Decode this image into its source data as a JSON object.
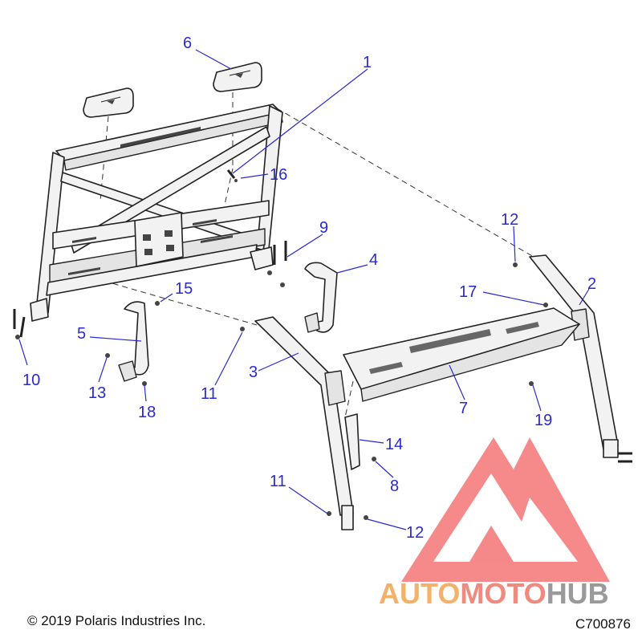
{
  "diagram": {
    "callouts": [
      "6",
      "1",
      "16",
      "9",
      "4",
      "12",
      "2",
      "17",
      "15",
      "5",
      "3",
      "7",
      "11",
      "10",
      "13",
      "18",
      "14",
      "8",
      "19",
      "11",
      "12"
    ],
    "footer": {
      "copyright": "© 2019 Polaris Industries Inc.",
      "code": "C700876"
    },
    "watermark": {
      "part1": "AUTO",
      "part2": "MOTO",
      "part3": "HUB",
      "colors": {
        "part1": "#f4b16a",
        "part2": "#ef8a7f",
        "part3": "#9a9a9a",
        "logo": "#f25c5c"
      }
    },
    "colors": {
      "callout": "#2a2ad0",
      "line": "#222222"
    }
  }
}
